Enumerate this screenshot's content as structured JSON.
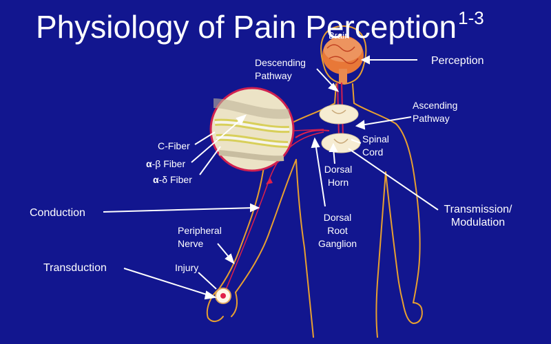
{
  "title": {
    "main": "Physiology of Pain Perception",
    "superscript": "1-3"
  },
  "labels": {
    "brain": "Brain",
    "perception": "Perception",
    "descending_line1": "Descending",
    "descending_line2": "Pathway",
    "ascending_line1": "Ascending",
    "ascending_line2": "Pathway",
    "spinal_line1": "Spinal",
    "spinal_line2": "Cord",
    "dorsal_horn_line1": "Dorsal",
    "dorsal_horn_line2": "Horn",
    "c_fiber": "C-Fiber",
    "ab_alpha": "α",
    "ab_rest": "-β Fiber",
    "ad_alpha": "α",
    "ad_rest": "-δ Fiber",
    "conduction": "Conduction",
    "peripheral_line1": "Peripheral",
    "peripheral_line2": "Nerve",
    "injury": "Injury",
    "transduction": "Transduction",
    "drg_line1": "Dorsal",
    "drg_line2": "Root",
    "drg_line3": "Ganglion",
    "transmission_line1": "Transmission/",
    "transmission_line2": "Modulation"
  },
  "colors": {
    "background": "#12168f",
    "body_outline": "#e8a030",
    "nerve": "#e0204a",
    "text": "#ffffff",
    "cord_section": "#f6ecd2"
  }
}
